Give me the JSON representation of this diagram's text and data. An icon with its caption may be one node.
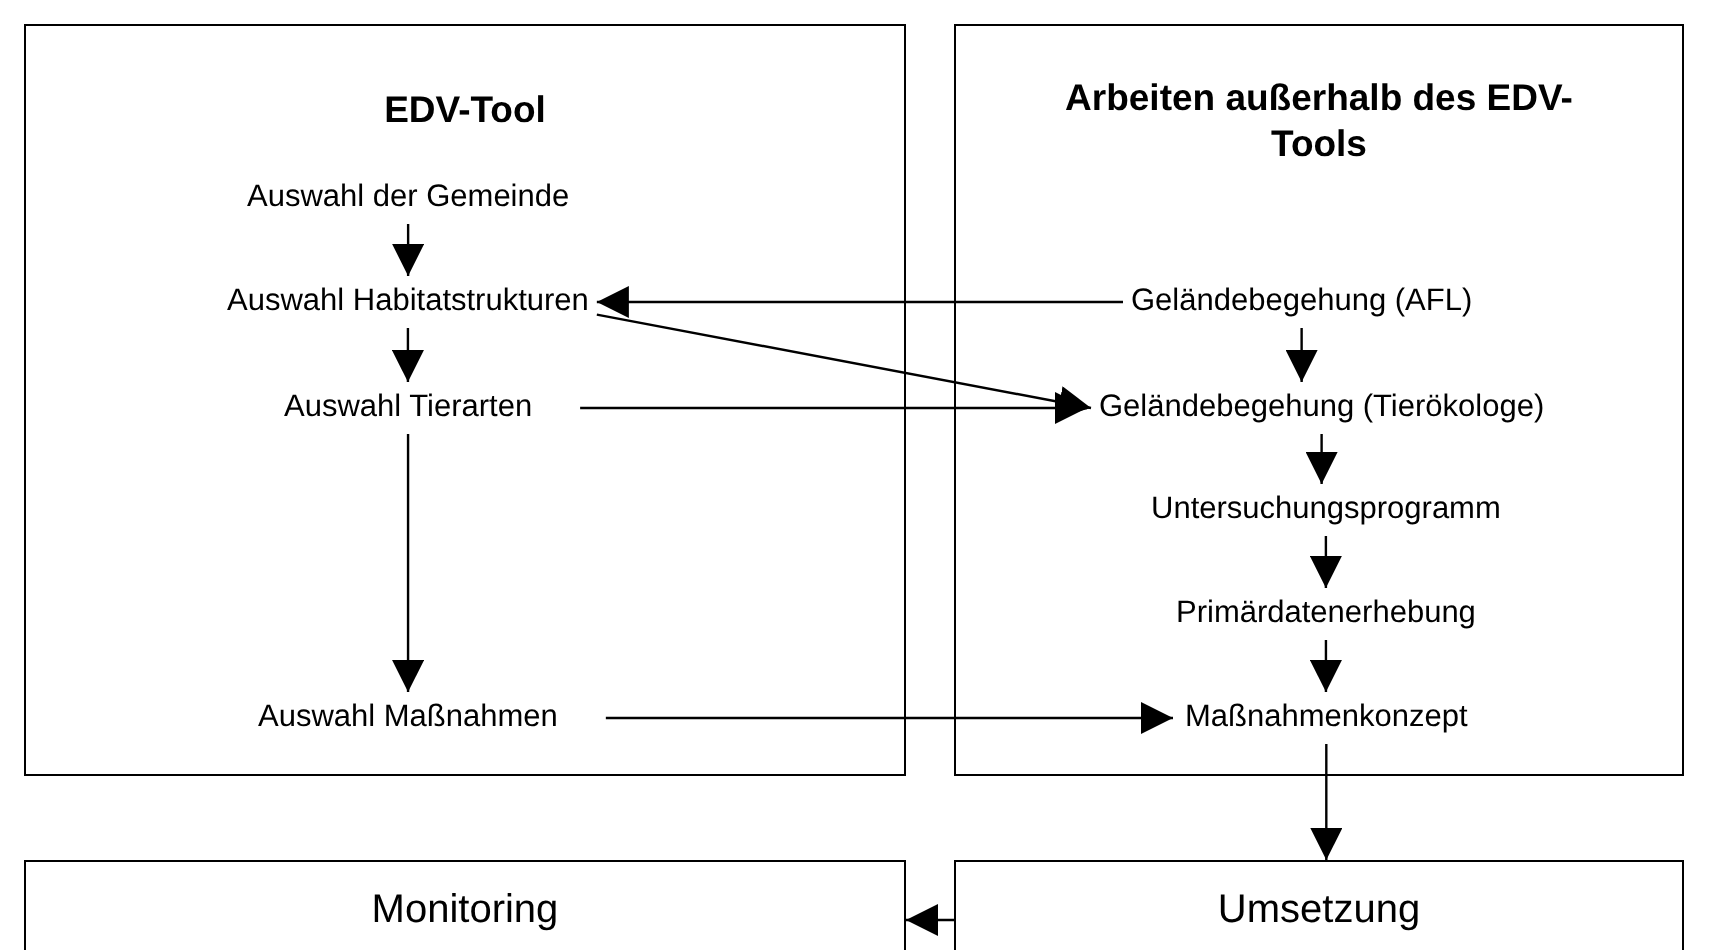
{
  "diagram": {
    "nodes": [
      {
        "text": [
          "EDV-Tool"
        ]
      },
      {
        "text": [
          "Arbeiten außerhalb des EDV-Tools"
        ]
      },
      {
        "text": [
          "Auswahl der Gemeinde"
        ],
        "in": 0
      },
      {
        "text": [
          "Auswahl Habitatstrukturen"
        ],
        "in": 0
      },
      {
        "text": [
          "Auswahl Tierarten"
        ],
        "in": 0
      },
      {
        "text": [
          "Auswahl Maßnahmen"
        ],
        "in": 0
      },
      {
        "text": [
          "Geländebegehung (AFL)"
        ],
        "in": 1
      },
      {
        "text": [
          "Geländebegehung (Tierökologe)"
        ],
        "in": 1
      },
      {
        "text": [
          "Untersuchungsprogramm"
        ],
        "in": 1
      },
      {
        "text": [
          "Primärdatenerhebung"
        ],
        "in": 1
      },
      {
        "text": [
          "Maßnahmenkonzept"
        ],
        "in": 1
      },
      {
        "text": [
          "Monitoring"
        ]
      },
      {
        "text": [
          "Umsetzung"
        ]
      }
    ],
    "edges": [
      {
        "from": 2,
        "to": 3,
        "arrow": "to"
      },
      {
        "from": 3,
        "to": 4,
        "arrow": "to"
      },
      {
        "from": 4,
        "to": 5,
        "arrow": "to"
      },
      {
        "from": 6,
        "to": 3,
        "arrow": "to"
      },
      {
        "from": 3,
        "to": 7,
        "arrow": "to"
      },
      {
        "from": 4,
        "to": 7,
        "arrow": "to"
      },
      {
        "from": 6,
        "to": 7,
        "arrow": "to"
      },
      {
        "from": 7,
        "to": 8,
        "arrow": "to"
      },
      {
        "from": 8,
        "to": 9,
        "arrow": "to"
      },
      {
        "from": 9,
        "to": 10,
        "arrow": "to"
      },
      {
        "from": 5,
        "to": 10,
        "arrow": "to"
      },
      {
        "from": 10,
        "to": 12,
        "arrow": "to"
      },
      {
        "from": 12,
        "to": 11,
        "arrow": "to"
      }
    ]
  }
}
